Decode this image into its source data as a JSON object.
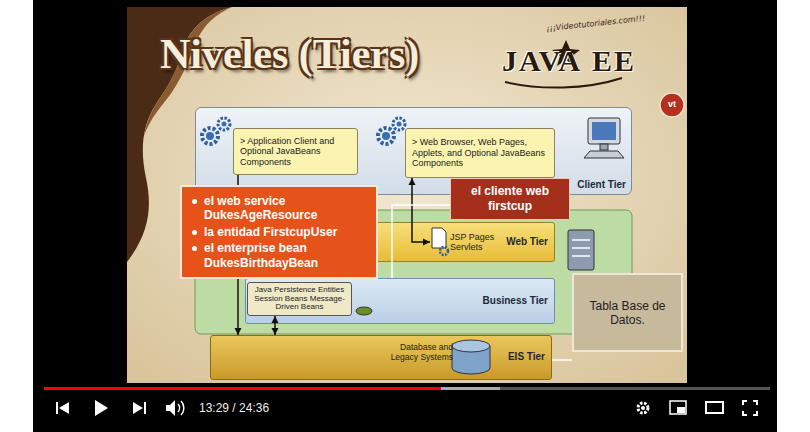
{
  "diagram": {
    "title": "Niveles (Tiers)",
    "nodes": [
      {
        "text": [
          "Client Tier"
        ]
      },
      {
        "text": [
          "> Application Client and Optional JavaBeans Components"
        ],
        "in": 0
      },
      {
        "text": [
          "> Web Browser, Web Pages, Applets, and Optional JavaBeans Components"
        ],
        "in": 0
      },
      {
        "text": [
          "el cliente web firstcup"
        ]
      },
      {
        "text": [
          "el web service DukesAgeResource",
          "la entidad FirstcupUser",
          "el enterprise bean DukesBirthdayBean"
        ]
      },
      {
        "text": [
          "Web Tier"
        ]
      },
      {
        "text": [
          "JSP Pages Servlets"
        ],
        "in": 5
      },
      {
        "text": [
          "Business Tier"
        ]
      },
      {
        "text": [
          "Java Persistence Entities Session Beans Message-Driven Beans"
        ],
        "in": 7
      },
      {
        "text": [
          "Tabla Base de Datos."
        ]
      },
      {
        "text": [
          "Database and Legacy Systems",
          "EIS Tier"
        ]
      }
    ],
    "edges": [
      {
        "from": 1,
        "to": 10,
        "arrow": "to"
      },
      {
        "from": 8,
        "to": 10,
        "arrow": "both"
      },
      {
        "from": 2,
        "to": 6,
        "arrow": "both"
      },
      {
        "from": 3,
        "to": 7,
        "arrow": "none"
      },
      {
        "from": 9,
        "to": 10,
        "arrow": "none"
      }
    ],
    "labels": [
      "¡¡¡Videotutoriales.com!!!",
      "JAVA",
      "EE",
      "vt",
      "13:29 / 24:36"
    ]
  }
}
